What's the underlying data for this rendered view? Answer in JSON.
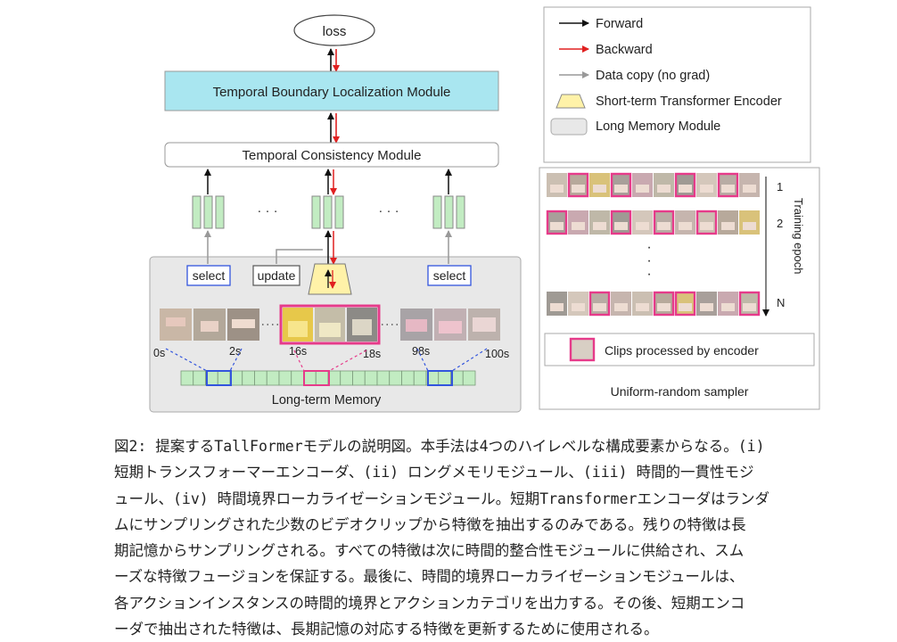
{
  "diagram": {
    "loss": "loss",
    "tblm": "Temporal Boundary Localization Module",
    "tcm": "Temporal Consistency Module",
    "dots": "· · ·",
    "select": "select",
    "update": "update",
    "time_labels": [
      "0s",
      "2s",
      "16s",
      "18s",
      "98s",
      "100s"
    ],
    "long_term_memory": "Long-term Memory"
  },
  "legend": {
    "items": [
      {
        "label": "Forward",
        "icon": "black-arrow-icon"
      },
      {
        "label": "Backward",
        "icon": "red-arrow-icon"
      },
      {
        "label": "Data copy (no grad)",
        "icon": "gray-arrow-icon"
      },
      {
        "label": "Short-term Transformer Encoder",
        "icon": "trapezoid-icon"
      },
      {
        "label": "Long Memory Module",
        "icon": "rounded-box-icon"
      }
    ]
  },
  "sampler": {
    "row_labels": [
      "1",
      "2",
      "N"
    ],
    "axis_label": "Training epoch",
    "clips_label": "Clips processed by encoder",
    "title": "Uniform-random sampler"
  },
  "caption": {
    "lines": [
      "図2: 提案するTallFormerモデルの説明図。本手法は4つのハイレベルな構成要素からなる。(i)",
      "短期トランスフォーマーエンコーダ、(ii) ロングメモリモジュール、(iii) 時間的一貫性モジ",
      "ュール、(iv) 時間境界ローカライゼーションモジュール。短期Transformerエンコーダはランダ",
      "ムにサンプリングされた少数のビデオクリップから特徴を抽出するのみである。残りの特徴は長",
      "期記憶からサンプリングされる。すべての特徴は次に時間的整合性モジュールに供給され、スム",
      "ーズな特徴フュージョンを保証する。最後に、時間的境界ローカライゼーションモジュールは、",
      "各アクションインスタンスの時間的境界とアクションカテゴリを出力する。その後、短期エンコ",
      "ーダで抽出された特徴は、長期記憶の対応する特徴を更新するために使用される。"
    ]
  },
  "colors": {
    "tblm_fill": "#a9e6f0",
    "feature_green": "#c2ecc2",
    "memory_panel": "#e8e8e8",
    "encoder_yellow": "#fff2a8",
    "highlight_pink": "#e63b8a",
    "select_blue": "#3355dd",
    "backward_red": "#e02020"
  }
}
